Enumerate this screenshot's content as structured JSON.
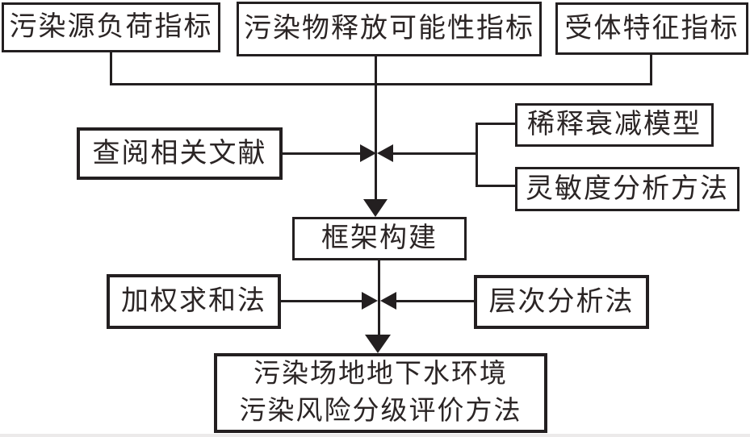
{
  "diagram": {
    "type": "flowchart",
    "colors": {
      "line": "#231f20",
      "background": "#ffffff",
      "text": "#2b2525"
    },
    "nodes": {
      "source_load": {
        "label": "污染源负荷指标"
      },
      "release_possibility": {
        "label": "污染物释放可能性指标"
      },
      "receptor": {
        "label": "受体特征指标"
      },
      "literature": {
        "label": "查阅相关文献"
      },
      "dilution_model": {
        "label": "稀释衰减模型"
      },
      "sensitivity_method": {
        "label": "灵敏度分析方法"
      },
      "framework": {
        "label": "框架构建"
      },
      "weighted_sum": {
        "label": "加权求和法"
      },
      "ahp": {
        "label": "层次分析法"
      },
      "final": {
        "label_line1": "污染场地地下水环境",
        "label_line2": "污染风险分级评价方法"
      }
    }
  }
}
